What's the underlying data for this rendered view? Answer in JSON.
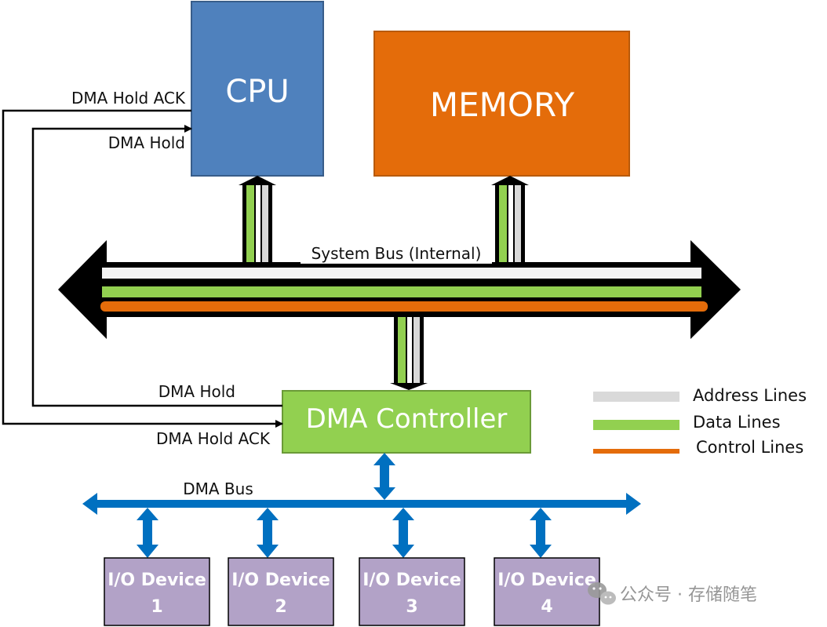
{
  "blocks": {
    "cpu": "CPU",
    "memory": "MEMORY",
    "dma_controller": "DMA Controller"
  },
  "signals": {
    "top_ack": "DMA Hold ACK",
    "top_hold": "DMA Hold",
    "bottom_hold": "DMA Hold",
    "bottom_ack": "DMA Hold ACK"
  },
  "buses": {
    "system_bus": "System Bus (Internal)",
    "dma_bus": "DMA Bus"
  },
  "legend": [
    {
      "label": "Address Lines",
      "color": "#d9d9d9"
    },
    {
      "label": "Data Lines",
      "color": "#92d050"
    },
    {
      "label": "Control Lines",
      "color": "#e46c0a"
    }
  ],
  "devices": [
    {
      "line1": "I/O Device",
      "line2": "1"
    },
    {
      "line1": "I/O Device",
      "line2": "2"
    },
    {
      "line1": "I/O Device",
      "line2": "3"
    },
    {
      "line1": "I/O Device",
      "line2": "4"
    }
  ],
  "watermark": "公众号 · 存储随笔",
  "colors": {
    "cpu": "#4f81bd",
    "memory": "#e46c0a",
    "dma_controller": "#92d050",
    "io_device": "#b2a2c7",
    "dma_bus": "#0070c0"
  }
}
